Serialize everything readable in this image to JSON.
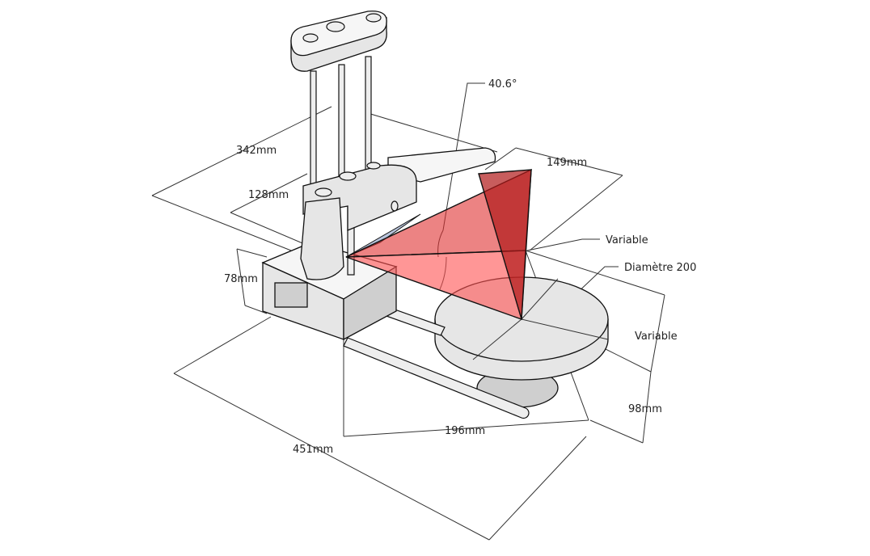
{
  "title": "Bras robot SCARA - cotes",
  "dimensions": {
    "angle": "40.6°",
    "reach_149": "149mm",
    "length_342": "342mm",
    "length_128": "128mm",
    "variable_top": "Variable",
    "diameter": "Diamètre 200",
    "height_78": "78mm",
    "variable_right": "Variable",
    "height_98": "98mm",
    "width_196": "196mm",
    "length_451": "451mm"
  },
  "colors": {
    "cone": "#e03030",
    "cone_dark": "#b01818",
    "part": "#e6e6e6"
  }
}
